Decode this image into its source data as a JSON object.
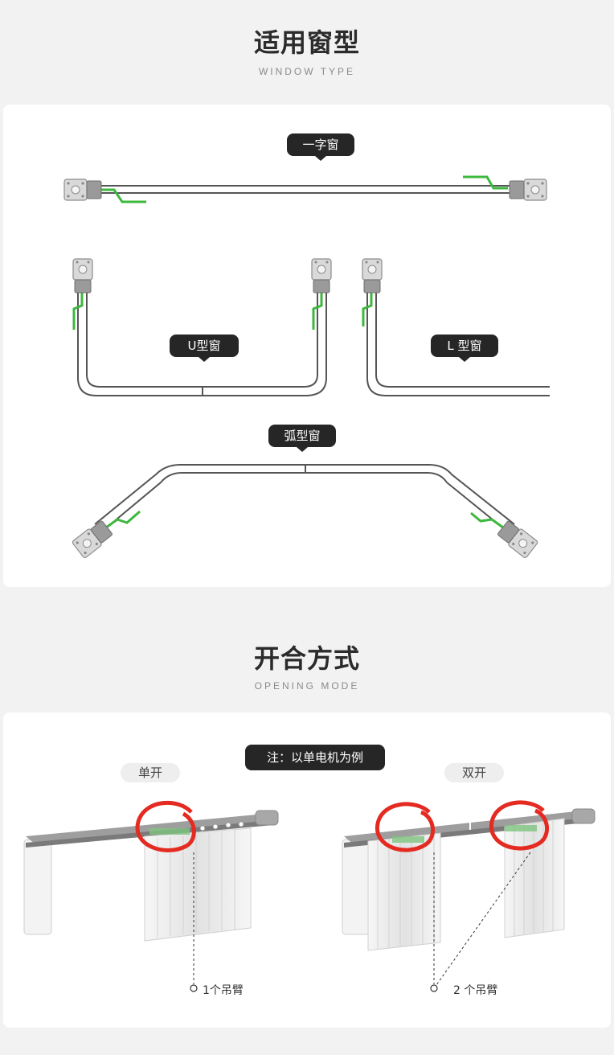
{
  "window_type": {
    "title": "适用窗型",
    "subtitle": "WINDOW TYPE",
    "tags": {
      "straight": "一字窗",
      "u_shape": "U型窗",
      "l_shape": "L 型窗",
      "arc": "弧型窗"
    }
  },
  "opening_mode": {
    "title": "开合方式",
    "subtitle": "OPENING   MODE",
    "note": "注：以单电机为例",
    "single": {
      "label": "单开",
      "callout": "1个吊臂"
    },
    "double": {
      "label": "双开",
      "callout": "2 个吊臂"
    }
  },
  "colors": {
    "background": "#f2f2f2",
    "card": "#ffffff",
    "tag": "#262626",
    "rail": "#555555",
    "arm": "#3cb83c",
    "highlight_circle": "#e32b22"
  },
  "icons": [
    "motor-icon",
    "rail-track",
    "curtain-illustration",
    "highlight-circle-icon"
  ]
}
